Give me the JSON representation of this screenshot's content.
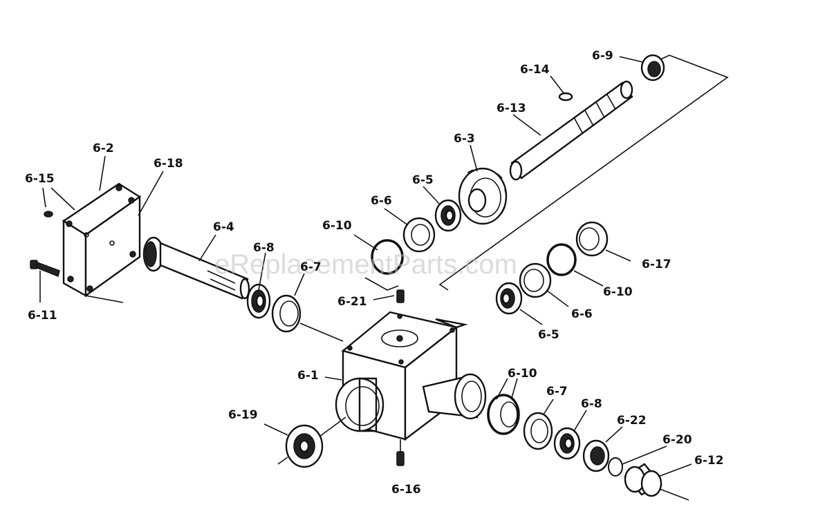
{
  "watermark": "eReplacementParts.com",
  "labels": {
    "p6_1": "6-1",
    "p6_2": "6-2",
    "p6_3": "6-3",
    "p6_4": "6-4",
    "p6_5a": "6-5",
    "p6_5b": "6-5",
    "p6_6a": "6-6",
    "p6_6b": "6-6",
    "p6_7a": "6-7",
    "p6_7b": "6-7",
    "p6_8a": "6-8",
    "p6_8b": "6-8",
    "p6_9": "6-9",
    "p6_10a": "6-10",
    "p6_10b": "6-10",
    "p6_10c": "6-10",
    "p6_11": "6-11",
    "p6_12": "6-12",
    "p6_13": "6-13",
    "p6_14": "6-14",
    "p6_15": "6-15",
    "p6_16": "6-16",
    "p6_17": "6-17",
    "p6_18": "6-18",
    "p6_19": "6-19",
    "p6_20": "6-20",
    "p6_21": "6-21",
    "p6_22": "6-22"
  }
}
